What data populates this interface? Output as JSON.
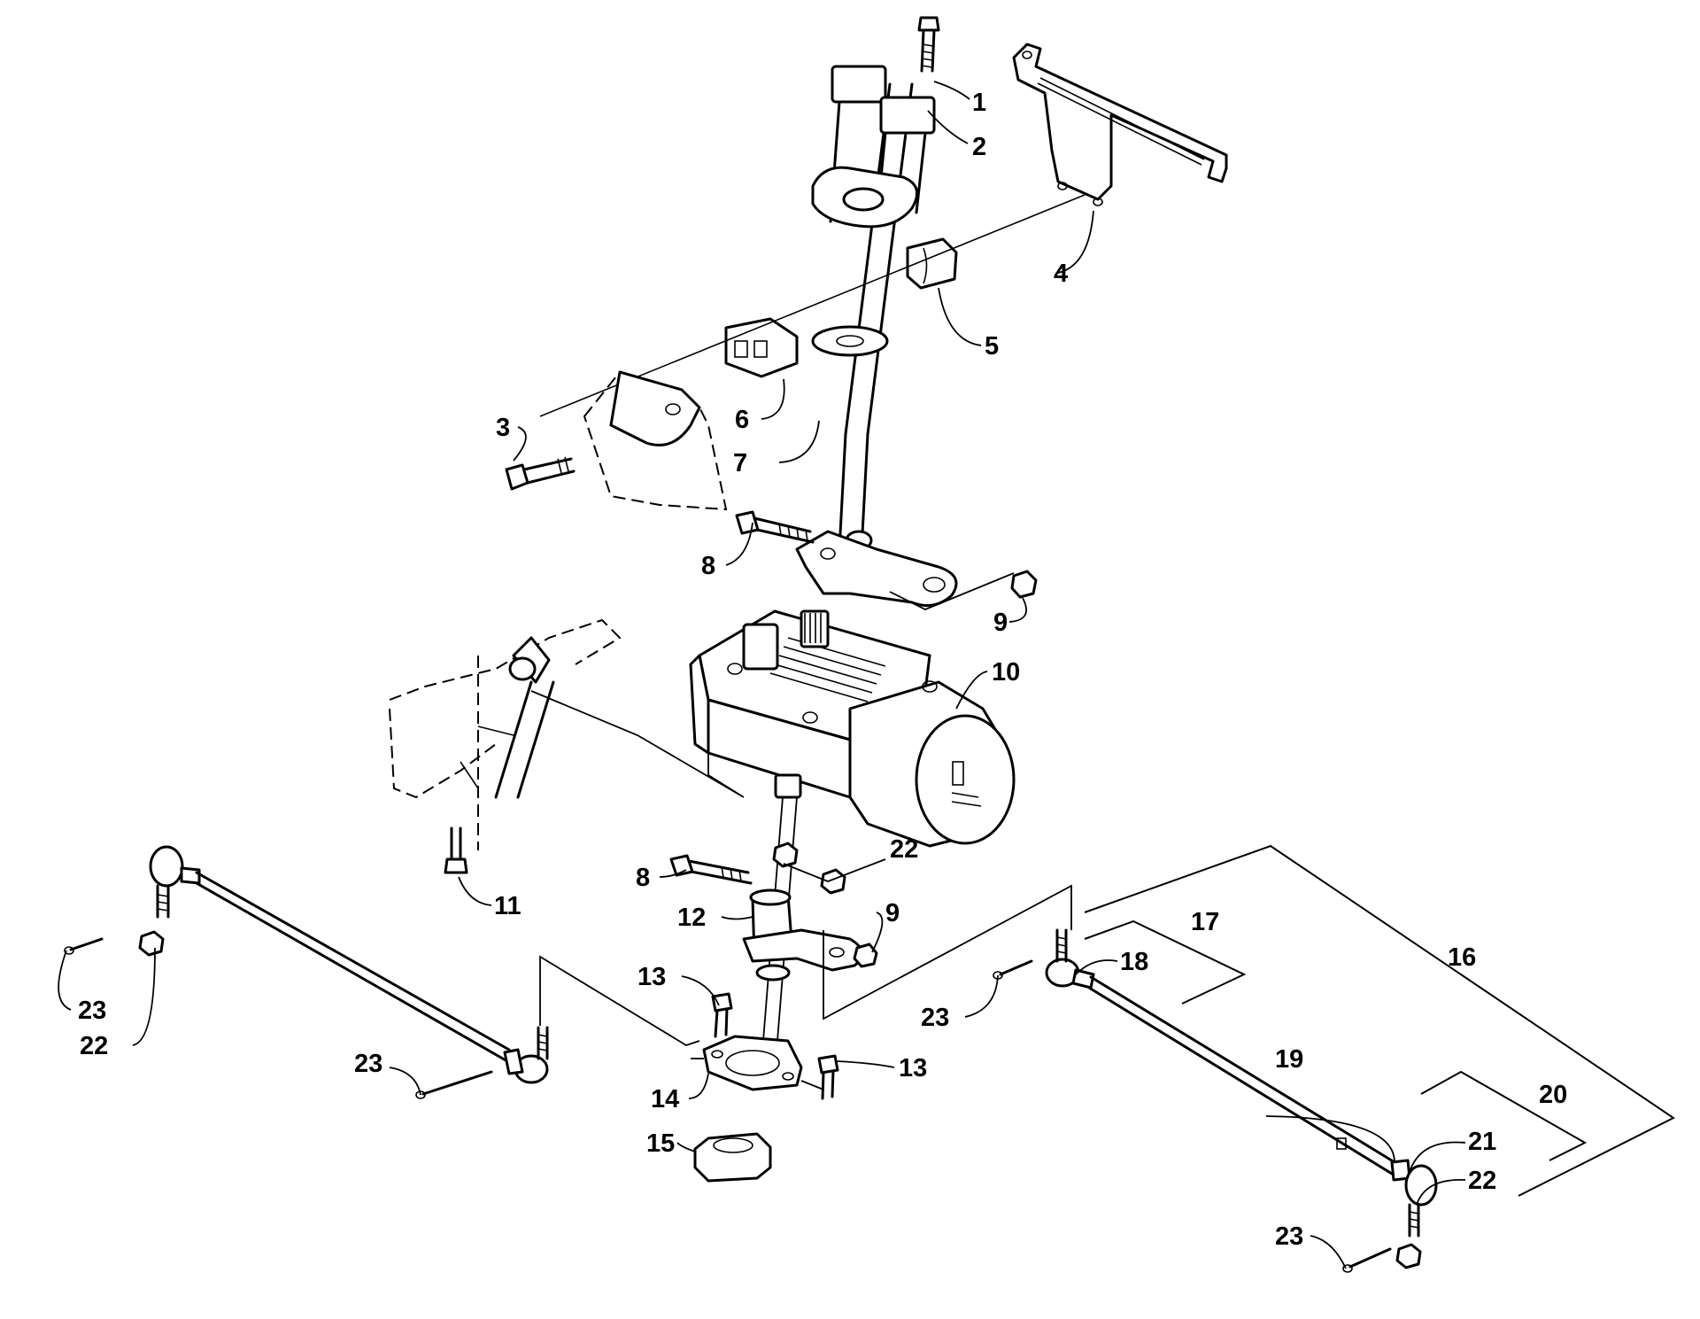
{
  "callouts": [
    {
      "id": "c1",
      "text": "1"
    },
    {
      "id": "c2",
      "text": "2"
    },
    {
      "id": "c3",
      "text": "3"
    },
    {
      "id": "c4",
      "text": "4"
    },
    {
      "id": "c5",
      "text": "5"
    },
    {
      "id": "c6",
      "text": "6"
    },
    {
      "id": "c7",
      "text": "7"
    },
    {
      "id": "c8a",
      "text": "8"
    },
    {
      "id": "c8b",
      "text": "8"
    },
    {
      "id": "c9a",
      "text": "9"
    },
    {
      "id": "c9b",
      "text": "9"
    },
    {
      "id": "c10",
      "text": "10"
    },
    {
      "id": "c11",
      "text": "11"
    },
    {
      "id": "c12",
      "text": "12"
    },
    {
      "id": "c13a",
      "text": "13"
    },
    {
      "id": "c13b",
      "text": "13"
    },
    {
      "id": "c14",
      "text": "14"
    },
    {
      "id": "c15",
      "text": "15"
    },
    {
      "id": "c16",
      "text": "16"
    },
    {
      "id": "c17",
      "text": "17"
    },
    {
      "id": "c18",
      "text": "18"
    },
    {
      "id": "c19",
      "text": "19"
    },
    {
      "id": "c20",
      "text": "20"
    },
    {
      "id": "c21",
      "text": "21"
    },
    {
      "id": "c22a",
      "text": "22"
    },
    {
      "id": "c22b",
      "text": "22"
    },
    {
      "id": "c22c",
      "text": "22"
    },
    {
      "id": "c23a",
      "text": "23"
    },
    {
      "id": "c23b",
      "text": "23"
    },
    {
      "id": "c23c",
      "text": "23"
    },
    {
      "id": "c23d",
      "text": "23"
    }
  ]
}
